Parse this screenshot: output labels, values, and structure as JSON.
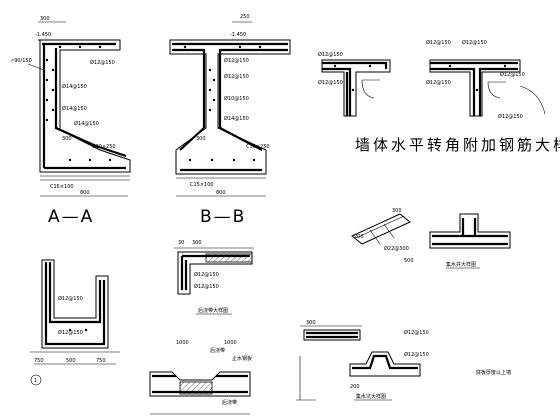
{
  "drawing": {
    "title": "墙体水平转角附加钢筋大样",
    "sections": {
      "a": "A—A",
      "b": "B—B"
    },
    "details": {
      "well_pit": "集水井大样图",
      "post_pour": "后浇带大样图",
      "cistern": "集水坑大样图",
      "right_note": "底板厚度以上墙"
    },
    "top_left": {
      "elev": "-1.450",
      "dim_top": "300",
      "note_ref": "↗90/150",
      "rebar_1": "Ø12@150",
      "rebar_2": "Ø14@150",
      "rebar_3": "Ø14@150",
      "rebar_4": "Ø14@150",
      "dim_300": "300",
      "conc_1": "C30×250",
      "conc_2": "C15×100",
      "dim_bot": "800"
    },
    "top_mid": {
      "dim_top": "250",
      "elev": "-1.450",
      "rebar_1": "Ø12@150",
      "rebar_2": "Ø12@150",
      "rebar_3": "Ø10@150",
      "rebar_4": "Ø14@150",
      "dim_300": "300",
      "conc_1": "C30×250",
      "conc_2": "C15×100",
      "dim_bot": "800"
    },
    "top_right": {
      "rebar_1": "Ø12@150",
      "rebar_2": "Ø12@150",
      "rebar_3": "Ø12@150",
      "rebar_4": "Ø12@150",
      "rebar_5": "Ø12@150",
      "rebar_6": "Ø12@150",
      "rebar_7": "Ø12@150"
    },
    "mid_right": {
      "rebar_a": "Ø22@300",
      "dim_1": "200",
      "dim_2": "300",
      "dim_3": "500"
    },
    "bottom_left": {
      "rebar_1": "Ø12@150",
      "rebar_2": "Ø12@150",
      "dim_1": "750",
      "dim_2": "500",
      "dim_3": "750",
      "mark": "1"
    },
    "bottom_mid": {
      "dim_1": "30",
      "dim_2": "300",
      "dim_3": "1000",
      "dim_4": "1000",
      "rebar_1": "Ø12@150",
      "rebar_2": "Ø12@150",
      "note_1": "后浇带",
      "note_2": "止水钢板",
      "note_3": "后浇带"
    },
    "bottom_right": {
      "rebar_1": "Ø12@150",
      "rebar_2": "Ø12@150",
      "dim_1": "300",
      "dim_2": "200"
    }
  }
}
